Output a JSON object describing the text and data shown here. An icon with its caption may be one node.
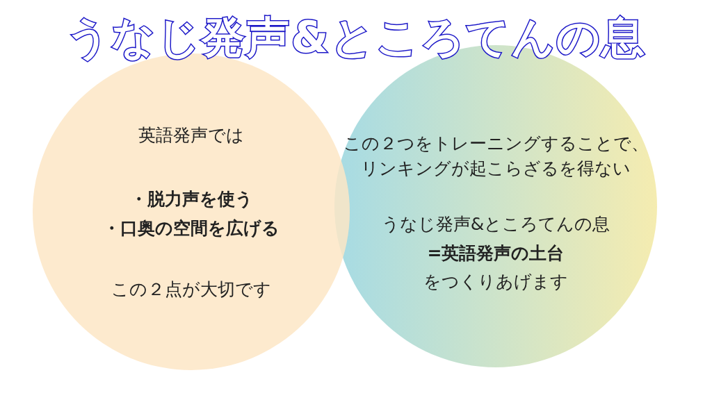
{
  "diagram": {
    "title": "うなじ発声&ところてんの息",
    "nodes": [
      {
        "text": [
          "英語発声では",
          "・脱力声を使う",
          "・口奥の空間を広げる",
          "この２点が大切です"
        ]
      },
      {
        "text": [
          "この２つをトレーニングすることで、リンキングが起こらざるを得ない",
          "うなじ発声&ところてんの息",
          "=英語発声の土台",
          "をつくりあげます"
        ]
      }
    ],
    "edges": []
  }
}
